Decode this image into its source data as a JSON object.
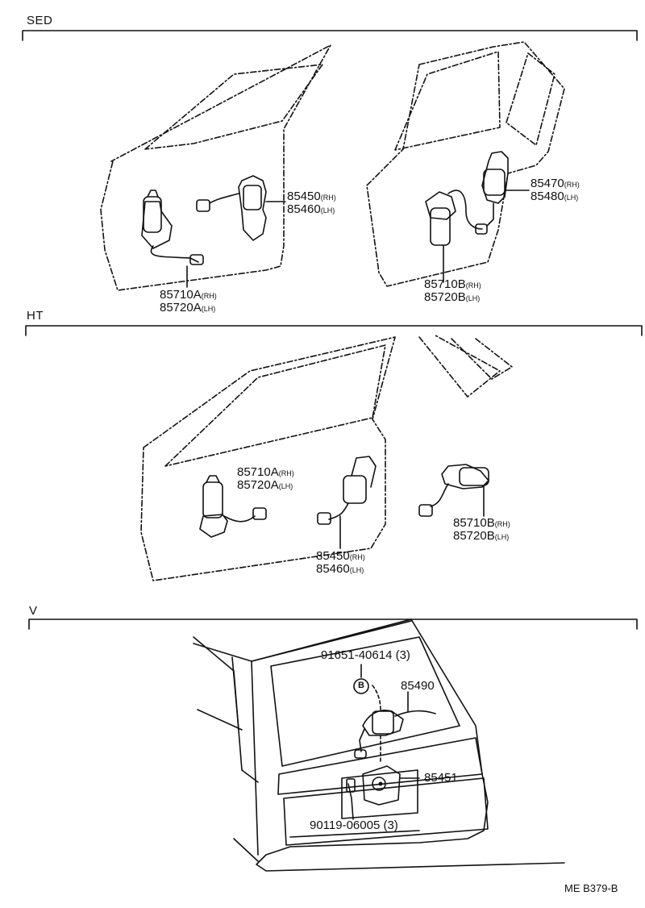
{
  "sections": {
    "sed": "SED",
    "ht": "HT",
    "v": "V"
  },
  "sed": {
    "front_regulator": {
      "no1": "85450",
      "sfx1": "(RH)",
      "no2": "85460",
      "sfx2": "(LH)"
    },
    "front_motor": {
      "no1": "85710A",
      "sfx1": "(RH)",
      "no2": "85720A",
      "sfx2": "(LH)"
    },
    "rear_regulator": {
      "no1": "85470",
      "sfx1": "(RH)",
      "no2": "85480",
      "sfx2": "(LH)"
    },
    "rear_motor": {
      "no1": "85710B",
      "sfx1": "(RH)",
      "no2": "85720B",
      "sfx2": "(LH)"
    }
  },
  "ht": {
    "front_motor": {
      "no1": "85710A",
      "sfx1": "(RH)",
      "no2": "85720A",
      "sfx2": "(LH)"
    },
    "regulator": {
      "no1": "85450",
      "sfx1": "(RH)",
      "no2": "85460",
      "sfx2": "(LH)"
    },
    "rear_motor": {
      "no1": "85710B",
      "sfx1": "(RH)",
      "no2": "85720B",
      "sfx2": "(LH)"
    }
  },
  "v": {
    "screw_top": "91651-40614 (3)",
    "marker": "B",
    "part_85490": "85490",
    "part_85451": "85451",
    "screw_bottom": "90119-06005 (3)"
  },
  "figure_code": "ME B379-B",
  "colors": {
    "ink": "#111111",
    "paper": "#ffffff"
  }
}
